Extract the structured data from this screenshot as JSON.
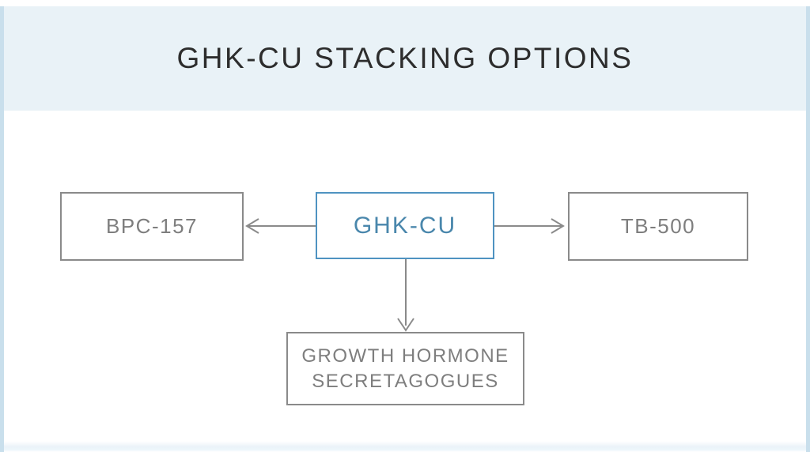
{
  "header": {
    "title": "GHK-CU STACKING OPTIONS"
  },
  "diagram": {
    "center": {
      "label": "GHK-CU"
    },
    "left": {
      "label": "BPC-157"
    },
    "right": {
      "label": "TB-500"
    },
    "bottom": {
      "label": "GROWTH HORMONE SECRETAGOGUES"
    },
    "connections": [
      {
        "from": "GHK-CU",
        "to": "BPC-157",
        "direction": "left"
      },
      {
        "from": "GHK-CU",
        "to": "TB-500",
        "direction": "right"
      },
      {
        "from": "GHK-CU",
        "to": "GROWTH HORMONE SECRETAGOGUES",
        "direction": "down"
      }
    ]
  },
  "colors": {
    "header_bg": "#e9f2f7",
    "edge_strip": "#c9dfec",
    "title_text": "#2d2d2d",
    "accent_blue_border": "#4f93c1",
    "accent_blue_text": "#4a87ac",
    "gray_border": "#8a8a8a",
    "gray_text": "#7e7e7e",
    "canvas_bg": "#fefefe"
  }
}
